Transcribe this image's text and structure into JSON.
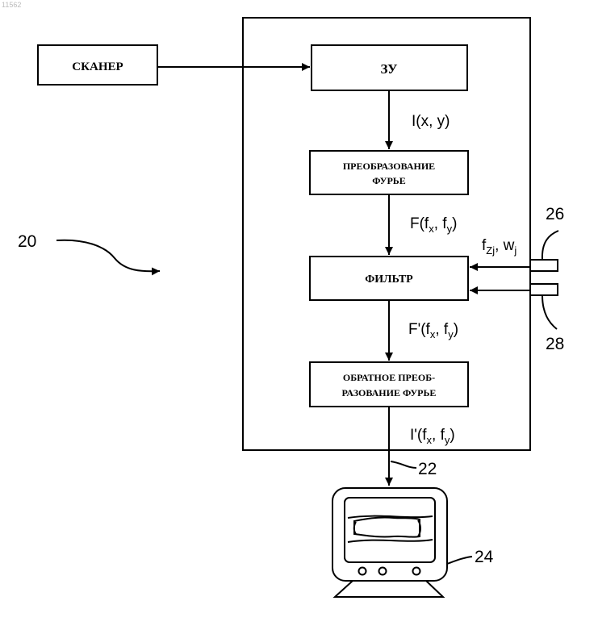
{
  "figure_id": "11562",
  "blocks": {
    "scanner": "СКАНЕР",
    "memory": "ЗУ",
    "fourier_l1": "ПРЕОБРАЗОВАНИЕ",
    "fourier_l2": "ФУРЬЕ",
    "filter": "ФИЛЬТР",
    "inverse_l1": "ОБРАТНОЕ ПРЕОБ-",
    "inverse_l2": "РАЗОВАНИЕ ФУРЬЕ"
  },
  "signals": {
    "image": "I(x, y)",
    "spectrum": {
      "main": "F(f",
      "x": "x",
      "mid": ", f",
      "y": "y",
      "end": ")"
    },
    "filtered": {
      "main": "F'(f",
      "x": "x",
      "mid": ", f",
      "y": "y",
      "end": ")"
    },
    "output": {
      "main": "I'(f",
      "x": "x",
      "mid": ", f",
      "y": "y",
      "end": ")"
    },
    "params": {
      "f": "f",
      "fsub": "Zj",
      "mid": ", w",
      "wsub": "j"
    }
  },
  "refs": {
    "system": "20",
    "output_line": "22",
    "monitor": "24",
    "input_26": "26",
    "input_28": "28"
  },
  "colors": {
    "ink": "#000000",
    "paper": "#ffffff"
  }
}
